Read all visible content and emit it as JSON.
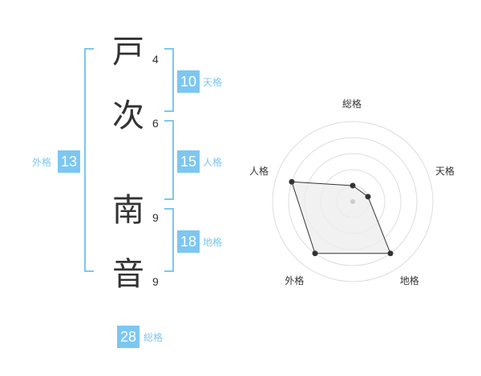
{
  "name": {
    "chars": [
      {
        "char": "戸",
        "strokes": "4"
      },
      {
        "char": "次",
        "strokes": "6"
      },
      {
        "char": "南",
        "strokes": "9"
      },
      {
        "char": "音",
        "strokes": "9"
      }
    ]
  },
  "fortune": {
    "tenkaku": {
      "value": "10",
      "label": "天格"
    },
    "jinkaku": {
      "value": "15",
      "label": "人格"
    },
    "chikaku": {
      "value": "18",
      "label": "地格"
    },
    "gaikaku": {
      "value": "13",
      "label": "外格"
    },
    "soukaku": {
      "value": "28",
      "label": "総格"
    }
  },
  "colors": {
    "accent": "#7cc7f2",
    "text": "#333333",
    "ring": "#dddddd",
    "fill": "#eeeeee"
  },
  "chart_data": {
    "type": "radar",
    "axes": [
      "総格",
      "天格",
      "地格",
      "外格",
      "人格"
    ],
    "levels": 5,
    "range": [
      0,
      5
    ],
    "values": [
      1,
      1,
      4,
      4,
      4
    ]
  }
}
